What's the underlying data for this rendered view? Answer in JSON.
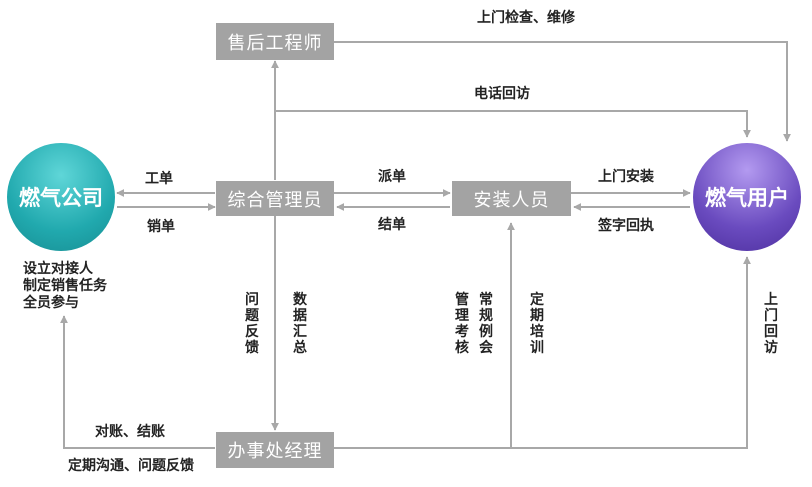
{
  "nodes": {
    "gas_company": "燃气公司",
    "gas_user": "燃气用户",
    "after_sales_engineer": "售后工程师",
    "general_manager": "综合管理员",
    "installer": "安装人员",
    "office_manager": "办事处经理"
  },
  "company_notes": [
    "设立对接人",
    "制定销售任务",
    "全员参与"
  ],
  "edges": {
    "onsite_inspect_repair": "上门检查、维修",
    "phone_followup": "电话回访",
    "work_order": "工单",
    "cancel_order": "销单",
    "dispatch": "派单",
    "close_order": "结单",
    "onsite_install": "上门安装",
    "sign_followup": "签字回执",
    "problem_feedback": "问题反馈",
    "data_summary": "数据汇总",
    "manage_review_meeting": "管理考核",
    "regular_meeting": "常规例会",
    "periodic_training": "定期培训",
    "onsite_followup": "上门回访",
    "reconcile_settle": "对账、结账",
    "regular_comm_feedback": "定期沟通、问题反馈"
  },
  "colors": {
    "line": "#a8a8a8",
    "box": "#a3a3a3",
    "company": "#22aab0",
    "user": "#6a4bbf"
  }
}
